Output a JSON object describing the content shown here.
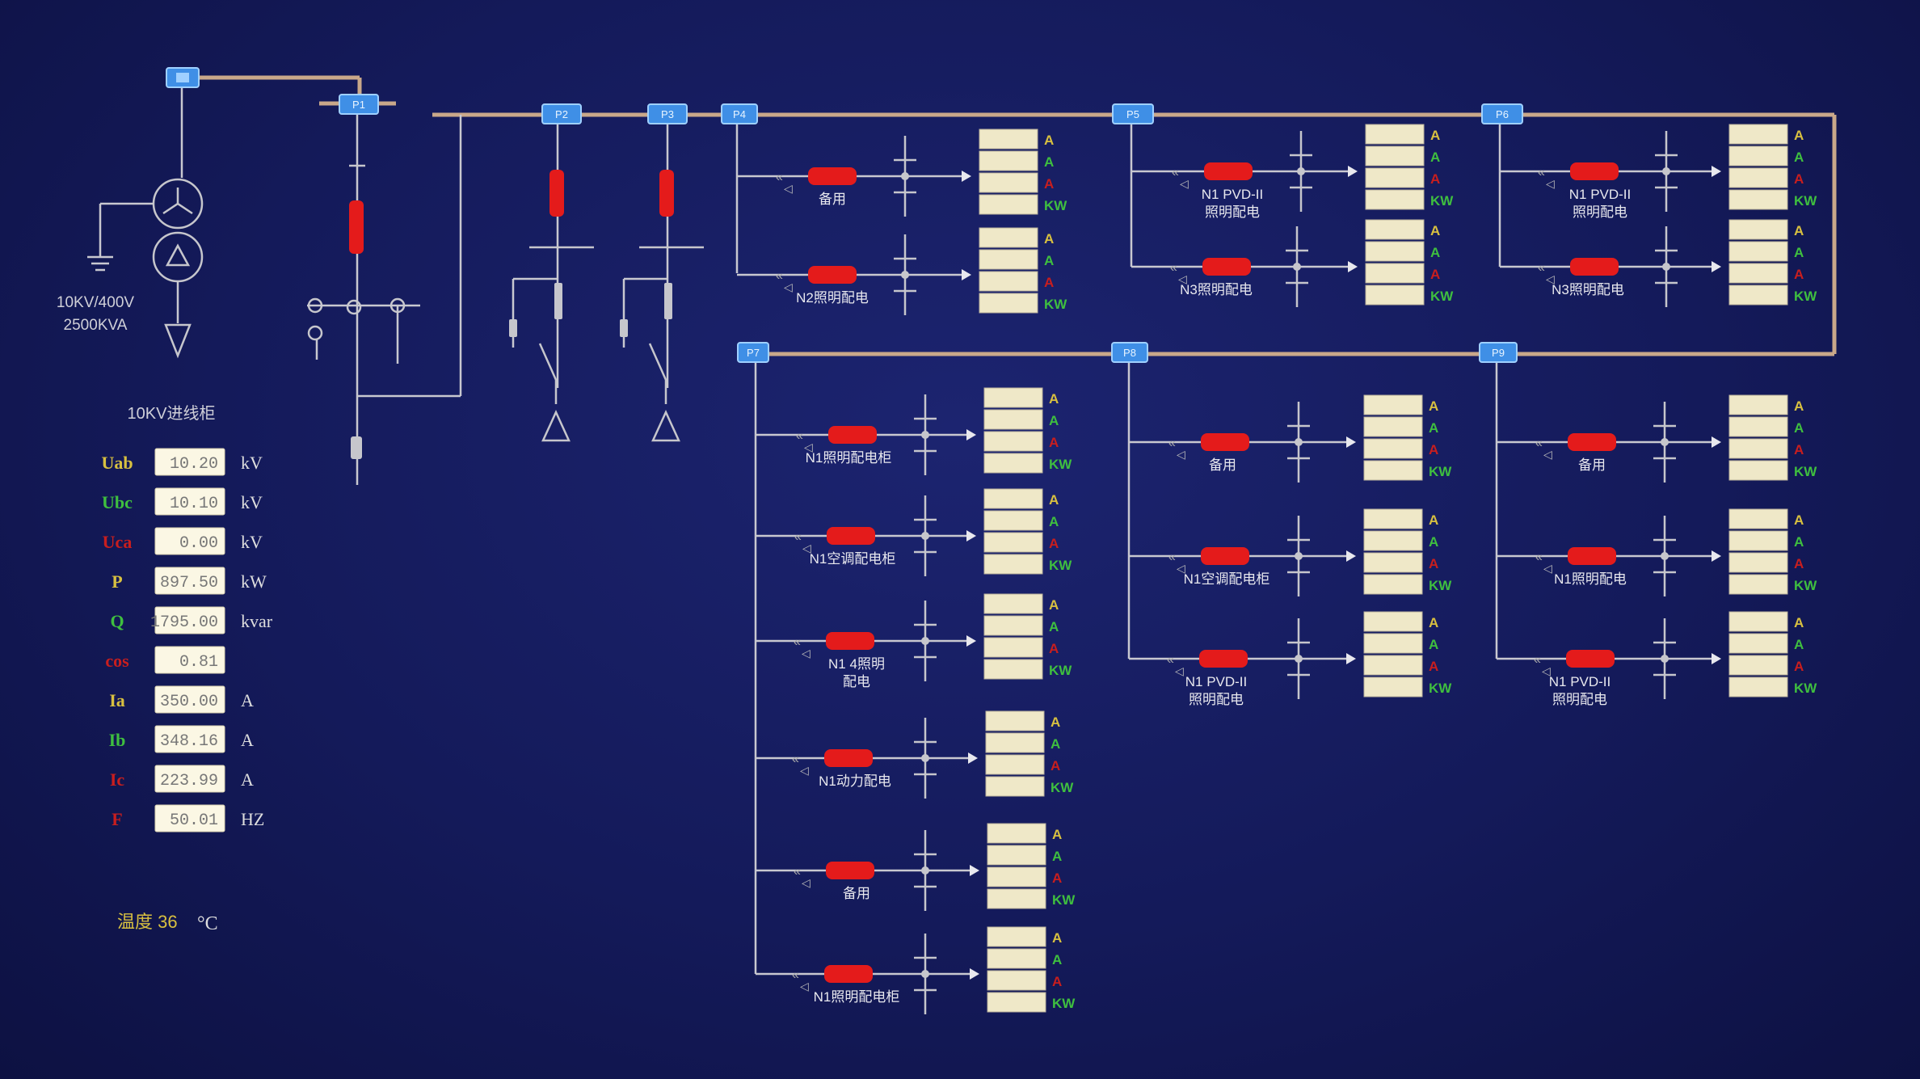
{
  "colors": {
    "bus": "#c9a88a",
    "breaker": "#e41b1b",
    "node": "#3f8fe6",
    "amber": "#d8c040",
    "green": "#3fbf3f",
    "red": "#c81e1e"
  },
  "transformer": {
    "rating_line1": "10KV/400V",
    "rating_line2": "2500KVA"
  },
  "meter": {
    "title": "10KV进线柜",
    "rows": [
      {
        "name": "Uab",
        "value": "10.20",
        "unit": "kV",
        "color": "amber"
      },
      {
        "name": "Ubc",
        "value": "10.10",
        "unit": "kV",
        "color": "green"
      },
      {
        "name": "Uca",
        "value": "0.00",
        "unit": "kV",
        "color": "red"
      },
      {
        "name": "P",
        "value": "897.50",
        "unit": "kW",
        "color": "amber"
      },
      {
        "name": "Q",
        "value": "1795.00",
        "unit": "kvar",
        "color": "green"
      },
      {
        "name": "cos",
        "value": "0.81",
        "unit": "",
        "color": "red"
      },
      {
        "name": "Ia",
        "value": "350.00",
        "unit": "A",
        "color": "amber"
      },
      {
        "name": "Ib",
        "value": "348.16",
        "unit": "A",
        "color": "green"
      },
      {
        "name": "Ic",
        "value": "223.99",
        "unit": "A",
        "color": "red"
      },
      {
        "name": "F",
        "value": "50.01",
        "unit": "HZ",
        "color": "red"
      }
    ],
    "temperature_label": "温度 36",
    "temperature_unit": "°C"
  },
  "panel_units": [
    "A",
    "A",
    "A",
    "KW"
  ],
  "feeders": [
    {
      "label": "备用",
      "values": [
        "",
        "",
        "",
        ""
      ]
    },
    {
      "label": "N2照明配电",
      "values": [
        "",
        "",
        "",
        ""
      ]
    },
    {
      "label": "N1 PVD-II",
      "label2": "照明配电",
      "values": [
        "",
        "",
        "",
        ""
      ]
    },
    {
      "label": "N3照明配电",
      "values": [
        "",
        "",
        "",
        ""
      ]
    },
    {
      "label": "N1 PVD-II",
      "label2": "照明配电",
      "values": [
        "",
        "",
        "",
        ""
      ]
    },
    {
      "label": "N3照明配电",
      "values": [
        "",
        "",
        "",
        ""
      ]
    },
    {
      "label": "N1照明配电柜",
      "values": [
        "",
        "",
        "",
        ""
      ]
    },
    {
      "label": "N1空调配电柜",
      "values": [
        "",
        "",
        "",
        ""
      ]
    },
    {
      "label": "N1 4照明",
      "label2": "配电",
      "values": [
        "",
        "",
        "",
        ""
      ]
    },
    {
      "label": "N1动力配电",
      "values": [
        "",
        "",
        "",
        ""
      ]
    },
    {
      "label": "备用",
      "values": [
        "",
        "",
        "",
        ""
      ]
    },
    {
      "label": "N1照明配电柜",
      "values": [
        "",
        "",
        "",
        ""
      ]
    },
    {
      "label": "备用",
      "values": [
        "",
        "",
        "",
        ""
      ]
    },
    {
      "label": "N1空调配电柜",
      "values": [
        "",
        "",
        "",
        ""
      ]
    },
    {
      "label": "N1 PVD-II",
      "label2": "照明配电",
      "values": [
        "",
        "",
        "",
        ""
      ]
    },
    {
      "label": "备用",
      "values": [
        "",
        "",
        "",
        ""
      ]
    },
    {
      "label": "N1照明配电",
      "values": [
        "",
        "",
        "",
        ""
      ]
    },
    {
      "label": "N1 PVD-II",
      "label2": "照明配电",
      "values": [
        "",
        "",
        "",
        ""
      ]
    }
  ]
}
